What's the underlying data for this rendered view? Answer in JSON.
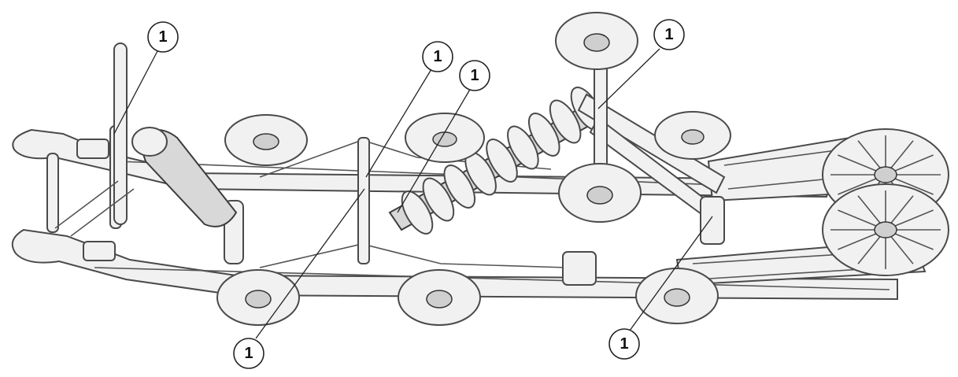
{
  "callouts": [
    {
      "id": "c1",
      "label": "1"
    },
    {
      "id": "c2",
      "label": "1"
    },
    {
      "id": "c3",
      "label": "1"
    },
    {
      "id": "c4",
      "label": "1"
    },
    {
      "id": "c5",
      "label": "1"
    },
    {
      "id": "c6",
      "label": "1"
    }
  ]
}
